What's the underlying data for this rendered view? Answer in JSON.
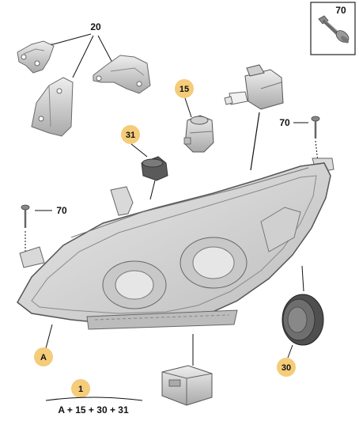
{
  "colors": {
    "bubble": "#f4cc7a",
    "line": "#111111",
    "part_fill": "#dcdcdc",
    "part_stroke": "#6a6a6a"
  },
  "callouts": {
    "bracket_pair": "20",
    "screw_box": "70",
    "screw_upper_right": "70",
    "screw_left": "70",
    "bulb": "15",
    "cap_small": "31",
    "cap_large": "30",
    "headlamp": "A",
    "kit": "1"
  },
  "formula": "A + 15 + 30 + 31",
  "icons": [
    "bracket-icon",
    "screw-icon",
    "bulb-icon",
    "ignitor-icon",
    "cap-icon",
    "headlamp-icon",
    "ballast-icon"
  ]
}
